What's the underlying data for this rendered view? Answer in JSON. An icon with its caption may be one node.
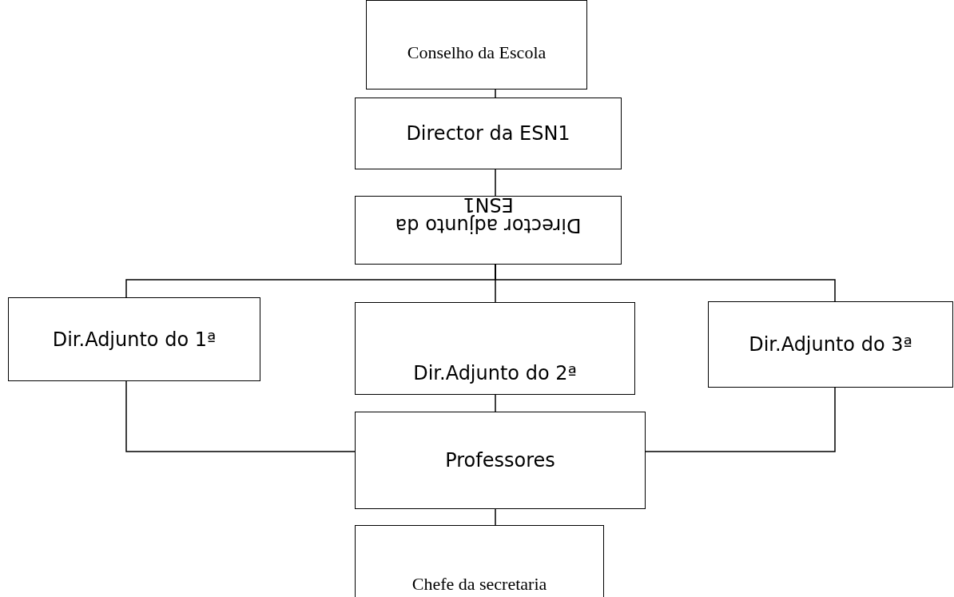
{
  "diagram": {
    "nodes": [
      {
        "text": [
          "Conselho da Escola"
        ]
      },
      {
        "text": [
          "Director da ESN1"
        ]
      },
      {
        "text": [
          "Director adjunto da ESN1"
        ]
      },
      {
        "text": [
          "Dir.Adjunto do 1ª"
        ]
      },
      {
        "text": [
          "Dir.Adjunto do 2ª"
        ]
      },
      {
        "text": [
          "Dir.Adjunto do 3ª"
        ]
      },
      {
        "text": [
          "Professores"
        ]
      },
      {
        "text": [
          "Chefe da secretaria"
        ]
      }
    ],
    "edges": [
      {
        "from": 0,
        "to": 1,
        "arrow": "none"
      },
      {
        "from": 1,
        "to": 2,
        "arrow": "none"
      },
      {
        "from": 2,
        "to": 3,
        "arrow": "none"
      },
      {
        "from": 2,
        "to": 4,
        "arrow": "none"
      },
      {
        "from": 2,
        "to": 5,
        "arrow": "none"
      },
      {
        "from": 3,
        "to": 6,
        "arrow": "none"
      },
      {
        "from": 4,
        "to": 6,
        "arrow": "none"
      },
      {
        "from": 5,
        "to": 6,
        "arrow": "none"
      },
      {
        "from": 6,
        "to": 7,
        "arrow": "none"
      }
    ]
  }
}
